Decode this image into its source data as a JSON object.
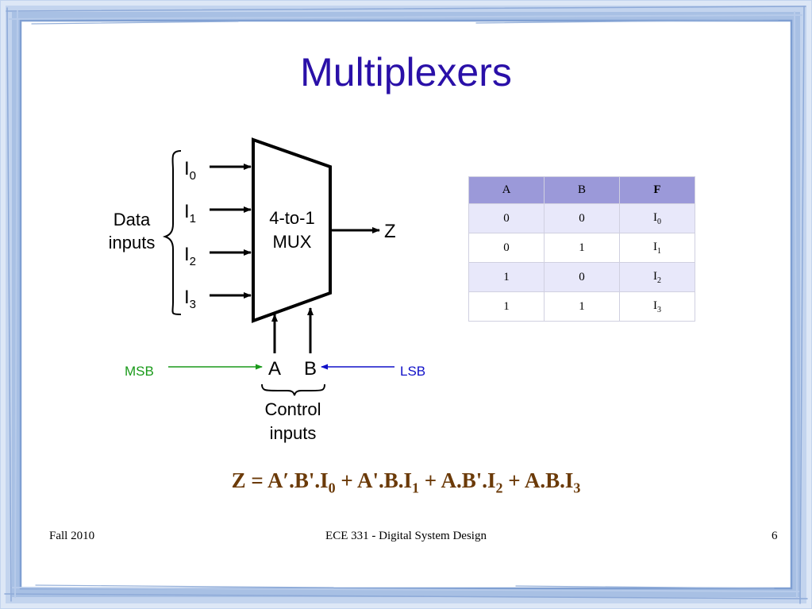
{
  "slide": {
    "title": "Multiplexers"
  },
  "diagram": {
    "mux_label_line1": "4-to-1",
    "mux_label_line2": "MUX",
    "data_inputs_line1": "Data",
    "data_inputs_line2": "inputs",
    "inputs": [
      {
        "base": "I",
        "sub": "0"
      },
      {
        "base": "I",
        "sub": "1"
      },
      {
        "base": "I",
        "sub": "2"
      },
      {
        "base": "I",
        "sub": "3"
      }
    ],
    "output": "Z",
    "select_a": "A",
    "select_b": "B",
    "msb_label": "MSB",
    "lsb_label": "LSB",
    "control_line1": "Control",
    "control_line2": "inputs",
    "colors": {
      "msb": "#1a9a1a",
      "lsb": "#1010c8"
    }
  },
  "table": {
    "headers": [
      "A",
      "B",
      "F"
    ],
    "rows": [
      {
        "a": "0",
        "b": "0",
        "f_base": "I",
        "f_sub": "0"
      },
      {
        "a": "0",
        "b": "1",
        "f_base": "I",
        "f_sub": "1"
      },
      {
        "a": "1",
        "b": "0",
        "f_base": "I",
        "f_sub": "2"
      },
      {
        "a": "1",
        "b": "1",
        "f_base": "I",
        "f_sub": "3"
      }
    ]
  },
  "equation": {
    "terms": [
      {
        "text": "Z = A′.B'.I",
        "sub": "0"
      },
      {
        "text": " + A'.B.I",
        "sub": "1"
      },
      {
        "text": " + A.B'.I",
        "sub": "2"
      },
      {
        "text": " + A.B.I",
        "sub": "3"
      }
    ]
  },
  "footer": {
    "left": "Fall 2010",
    "center": "ECE 331 - Digital System Design",
    "page": "6"
  },
  "theme": {
    "title_color": "#2a10a8",
    "equation_color": "#6b3a08",
    "table_header_bg": "#9b99d9",
    "table_odd_row_bg": "#e8e8fa",
    "frame_color": "#a8c0e4"
  }
}
